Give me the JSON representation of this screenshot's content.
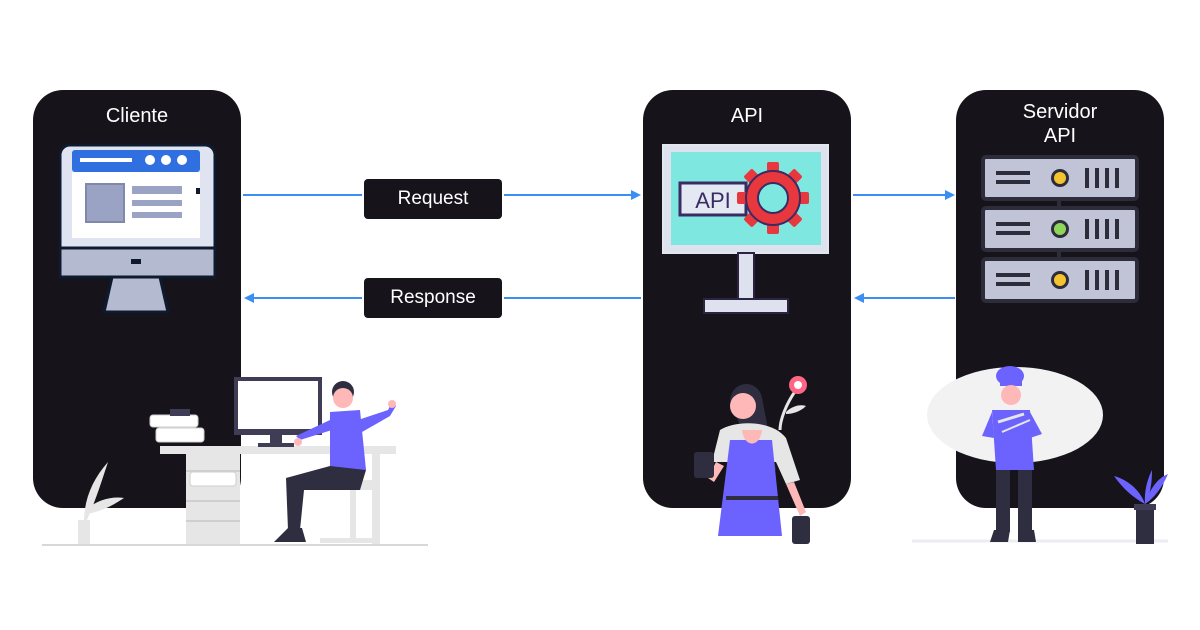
{
  "nodes": {
    "cliente": {
      "title": "Cliente"
    },
    "api": {
      "title": "API",
      "screen_label": "API"
    },
    "servidor": {
      "title_line1": "Servidor",
      "title_line2": "API"
    }
  },
  "edges": {
    "request": {
      "label": "Request"
    },
    "response": {
      "label": "Response"
    }
  },
  "colors": {
    "panel_bg": "#17131a",
    "arrow": "#3b8ff0",
    "accent_purple": "#6c63ff",
    "gear_red": "#e8383d",
    "screen_teal": "#7ee8e0"
  }
}
